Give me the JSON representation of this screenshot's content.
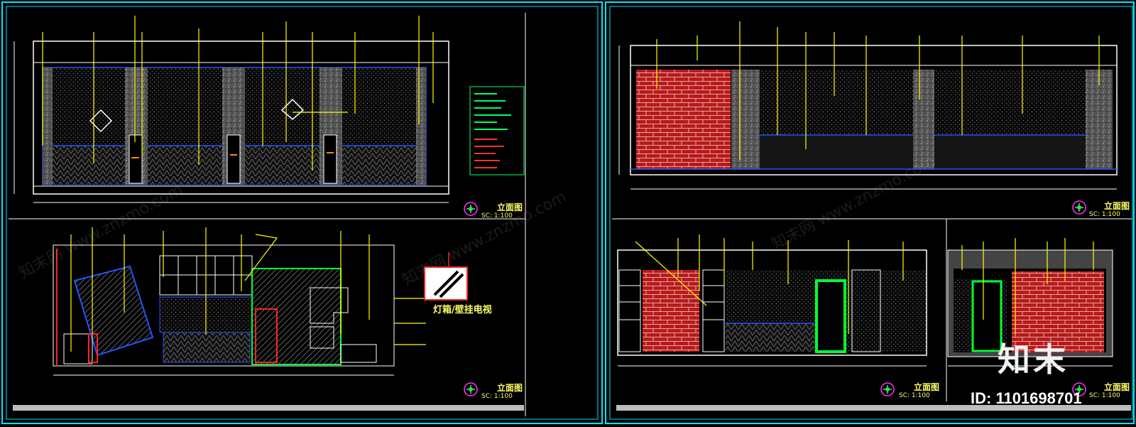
{
  "drawing": {
    "sheets": [
      {
        "id": "left",
        "views": [
          {
            "title": "立面图",
            "scale": "SC: 1:100"
          },
          {
            "title": "立面图",
            "scale": "SC: 1:100"
          }
        ]
      },
      {
        "id": "right",
        "views": [
          {
            "title": "立面图",
            "scale": "SC: 1:100"
          },
          {
            "title": "立面图",
            "scale": "SC: 1:100"
          },
          {
            "title": "立面图",
            "scale": "SC: 1:100"
          }
        ]
      }
    ],
    "tv_label": "灯箱/壁挂电视",
    "watermark_text": "知末网 www.znzmo.com",
    "brand_logo": "知末",
    "image_id": "ID: 1101698701"
  },
  "colors": {
    "frame": "#00e5ff",
    "yellow": "#ffff00",
    "white": "#ffffff",
    "blue": "#2255ff",
    "green": "#00ff33",
    "red": "#cc1111",
    "brick": "#b01515",
    "magenta": "#ff33ff"
  }
}
